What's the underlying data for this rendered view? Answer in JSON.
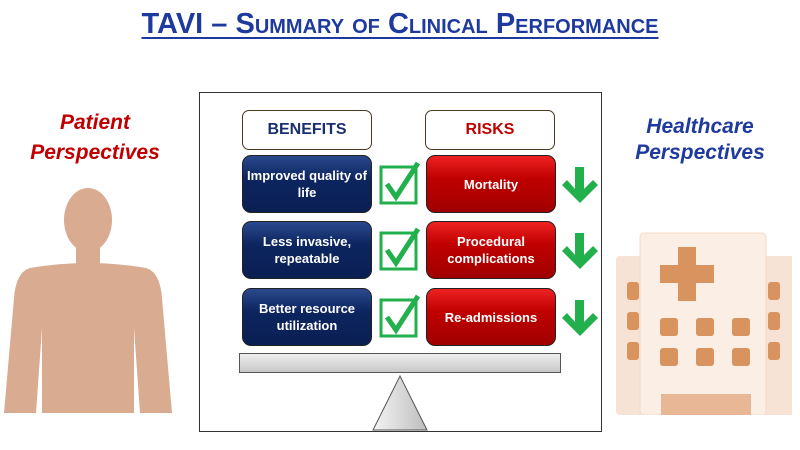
{
  "title": "TAVI – Summary of Clinical Performance",
  "patient_label": [
    "Patient",
    "Perspectives"
  ],
  "healthcare_label": [
    "Healthcare",
    "Perspectives"
  ],
  "benefits": {
    "header": "BENEFITS",
    "items": [
      "Improved quality of life",
      "Less invasive, repeatable",
      "Better resource utilization"
    ]
  },
  "risks": {
    "header": "RISKS",
    "items": [
      "Mortality",
      "Procedural complications",
      "Re-admissions"
    ]
  },
  "colors": {
    "title": "#1f3a9e",
    "benefit": "#0d2560",
    "risk": "#c00000",
    "check": "#22b04c",
    "icon": "#d9ab91"
  }
}
